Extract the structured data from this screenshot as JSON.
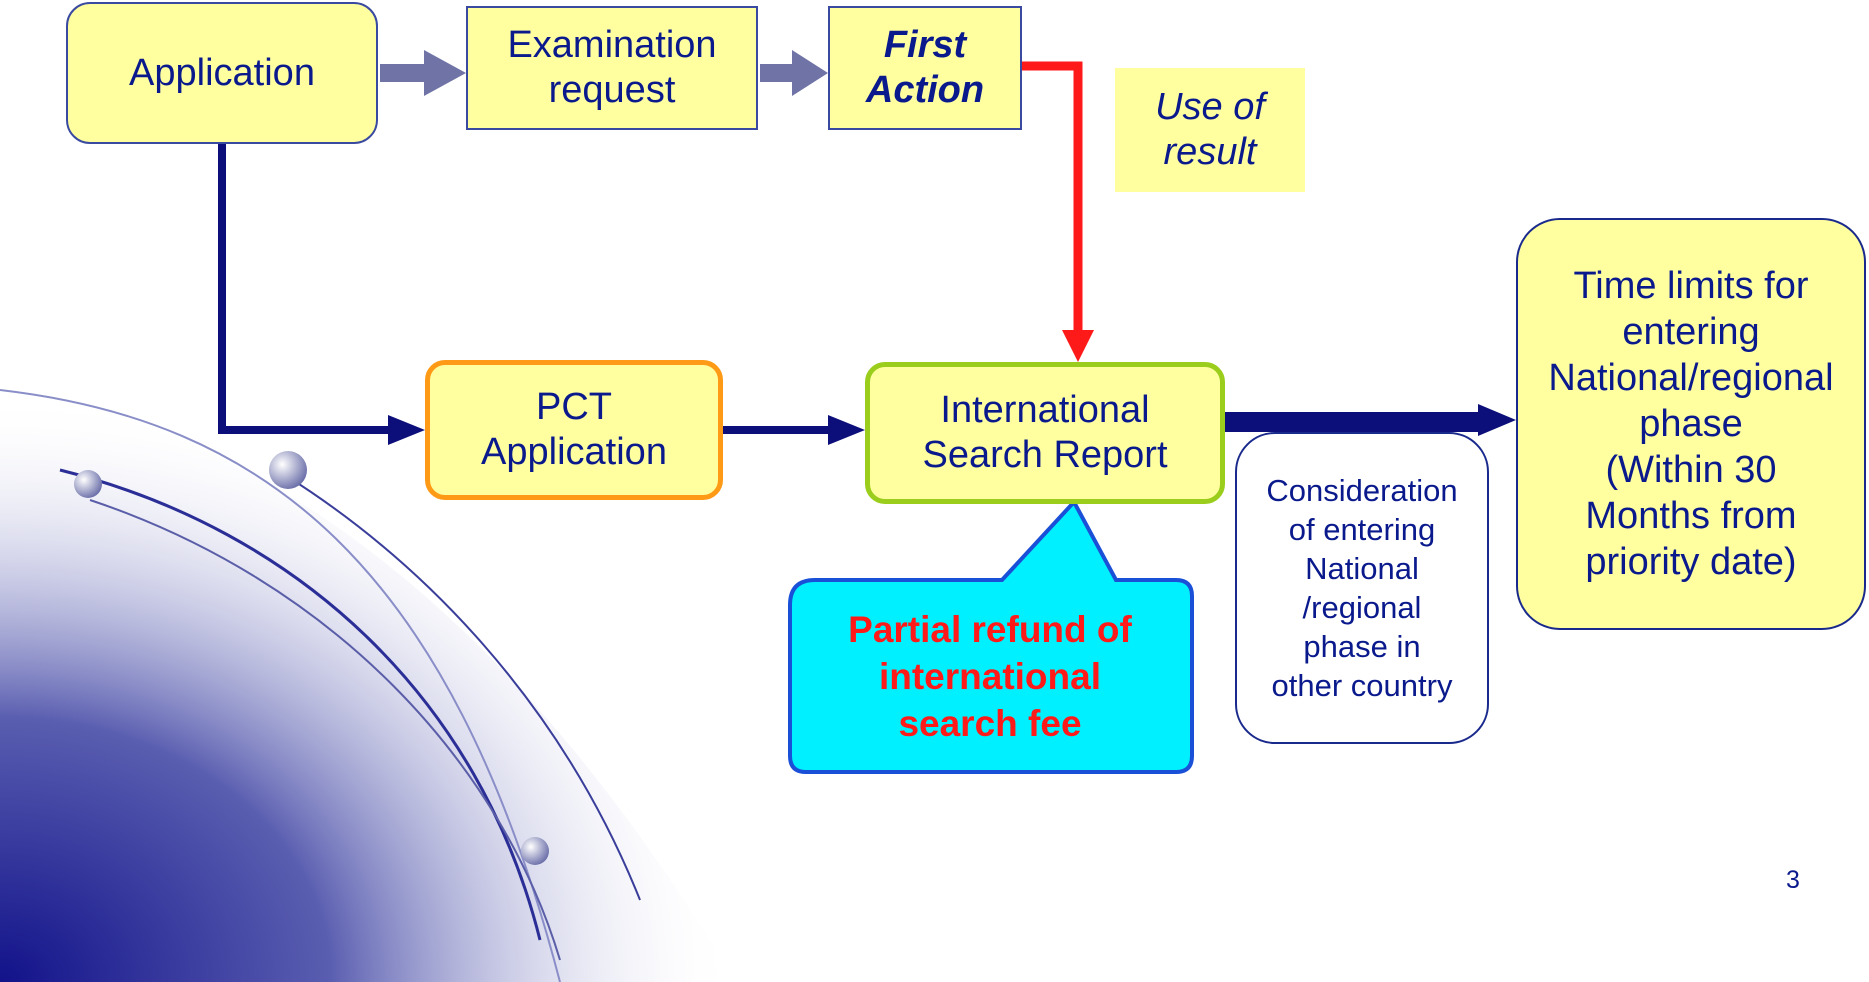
{
  "nodes": {
    "application": "Application",
    "examination_request": "Examination\nrequest",
    "first_action": "First\nAction",
    "use_of_result": "Use of\nresult",
    "pct_application": "PCT\nApplication",
    "international_search_report": "International\nSearch Report",
    "partial_refund": "Partial refund of\ninternational\nsearch fee",
    "consideration": "Consideration\nof entering\nNational\n/regional\nphase in\nother country",
    "time_limits": "Time limits for\nentering\nNational/regional\nphase\n(Within 30\nMonths from\npriority date)"
  },
  "page_number": "3",
  "colors": {
    "box_fill": "#ffffa0",
    "text": "#0a1a8c",
    "main_arrow": "#0c0f7a",
    "grey_arrow": "#6f73a6",
    "red_arrow": "#ff1a1a",
    "pct_border": "#ff9a16",
    "isr_border": "#9acd1c",
    "callout_fill": "#00f0ff",
    "callout_border": "#1a50d8",
    "refund_text": "#ff1a1a"
  }
}
